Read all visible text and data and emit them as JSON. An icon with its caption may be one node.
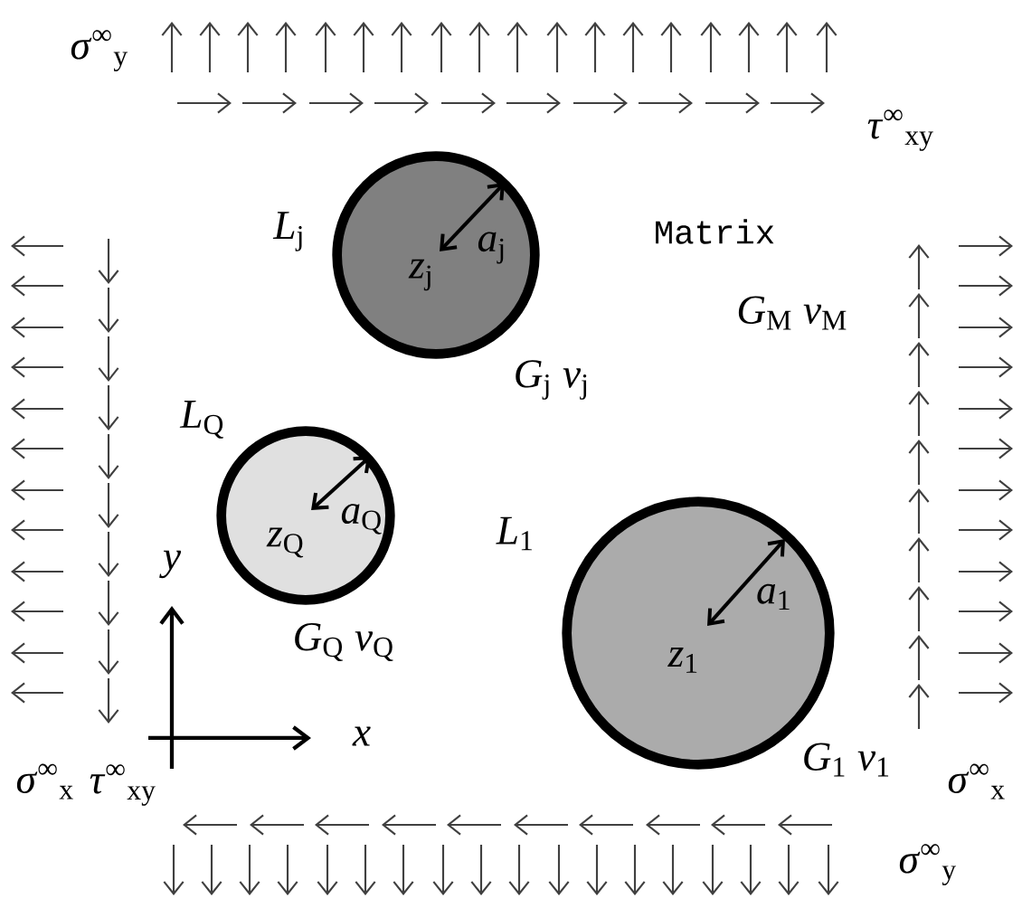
{
  "diagram": {
    "nodes": [
      {
        "text": [
          "*z*$_{j}$",
          "*a*$_{j}$"
        ],
        "beside": [
          "*L*$_{j}$",
          "*G*$_{j}$ *ν*$_{j}$"
        ]
      },
      {
        "text": [
          "*z*$_{Q}$",
          "*a*$_{Q}$"
        ],
        "beside": [
          "*L*$_{Q}$",
          "*G*$_{Q}$ *ν*$_{Q}$"
        ]
      },
      {
        "text": [
          "*z*$_{1}$",
          "*a*$_{1}$"
        ],
        "beside": [
          "*L*$_{1}$",
          "*G*$_{1}$ *ν*$_{1}$"
        ]
      }
    ],
    "edges": [],
    "labels": [
      "*σ*$^{∞}$$_{y}$",
      "*τ*$^{∞}$$_{xy}$",
      "Matrix",
      "*G*$_{M}$ *ν*$_{M}$",
      "*y*",
      "*x*",
      "*σ*$^{∞}$$_{x}$",
      "*τ*$^{∞}$$_{xy}$",
      "*σ*$^{∞}$$_{x}$",
      "*σ*$^{∞}$$_{y}$"
    ]
  }
}
